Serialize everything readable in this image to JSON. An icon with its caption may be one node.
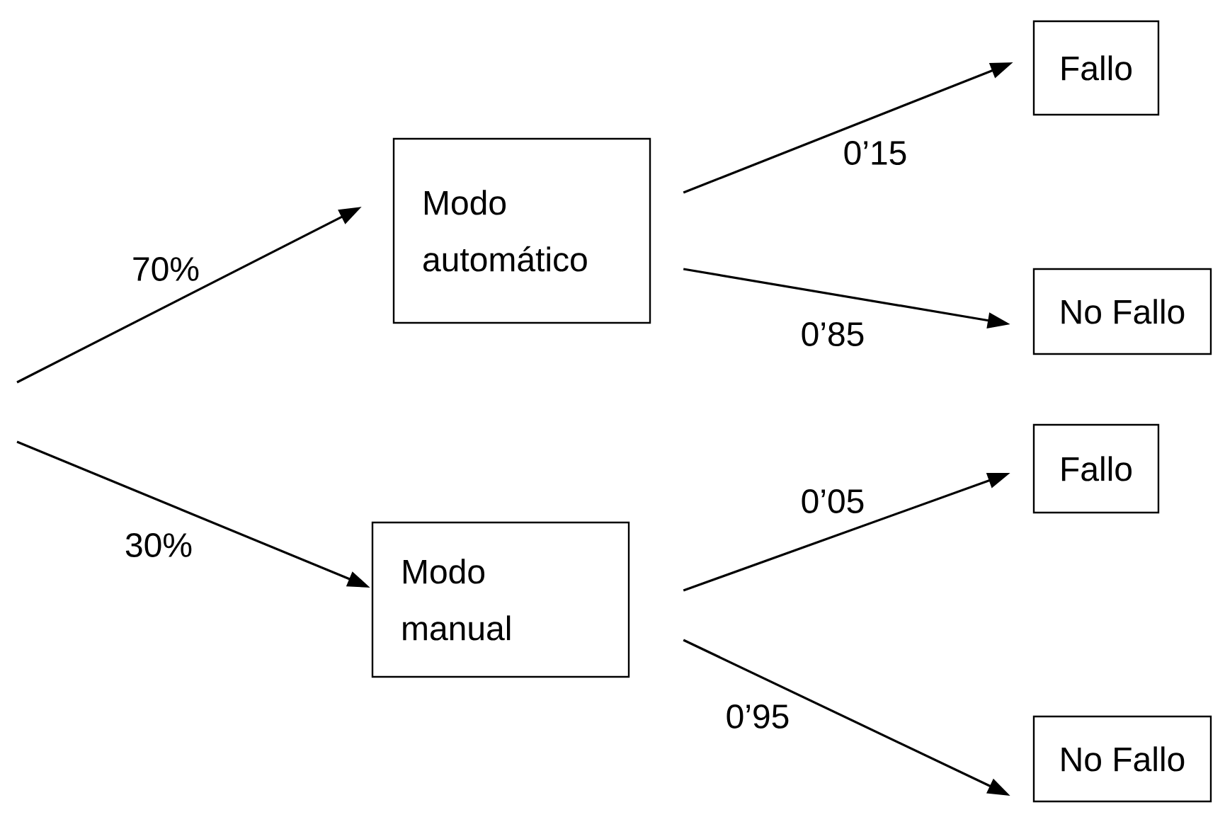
{
  "diagram": {
    "nodes": [
      {
        "text": [
          "Modo automático"
        ]
      },
      {
        "text": [
          "Fallo"
        ]
      },
      {
        "text": [
          "No Fallo"
        ]
      },
      {
        "text": [
          "Modo manual"
        ]
      },
      {
        "text": [
          "Fallo"
        ]
      },
      {
        "text": [
          "No Fallo"
        ]
      }
    ],
    "edges": [
      {
        "from": null,
        "to": 0,
        "arrow": "to",
        "label": "70%"
      },
      {
        "from": null,
        "to": 3,
        "arrow": "to",
        "label": "30%"
      },
      {
        "from": 0,
        "to": 1,
        "arrow": "to",
        "label": "0’15"
      },
      {
        "from": 0,
        "to": 2,
        "arrow": "to",
        "label": "0’85"
      },
      {
        "from": 3,
        "to": 4,
        "arrow": "to",
        "label": "0’05"
      },
      {
        "from": 3,
        "to": 5,
        "arrow": "to",
        "label": "0’95"
      }
    ]
  }
}
